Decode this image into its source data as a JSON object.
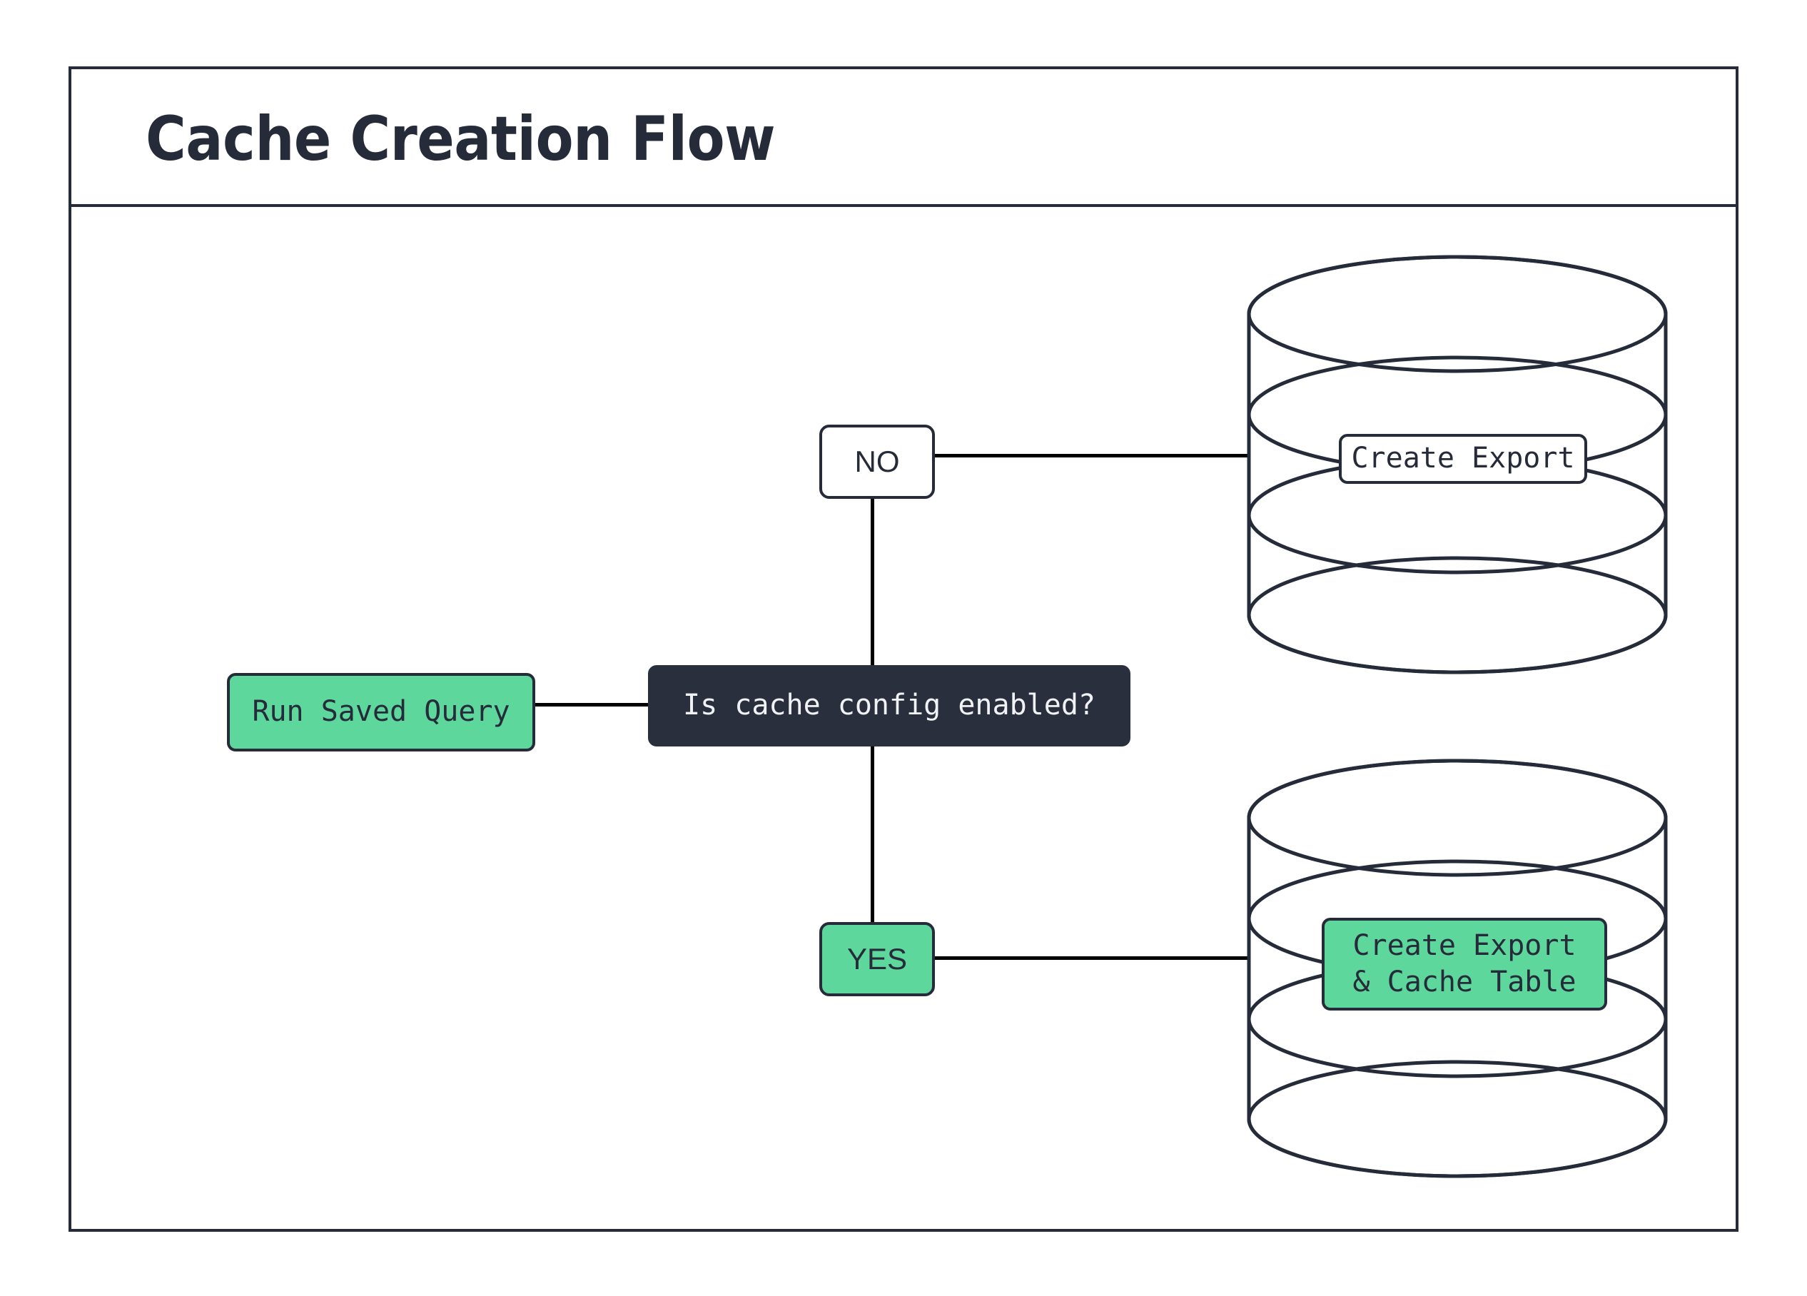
{
  "diagram": {
    "title": "Cache Creation Flow",
    "colors": {
      "ink": "#262b3a",
      "dark_node_fill": "#2a2f3e",
      "dark_node_text": "#f1f2f5",
      "green": "#5ed79c",
      "edge": "#000000",
      "background": "#ffffff"
    },
    "nodes": {
      "start": {
        "label": "Run Saved Query",
        "shape": "rounded-rect",
        "fill": "green"
      },
      "decision": {
        "label": "Is cache config enabled?",
        "shape": "rounded-rect",
        "fill": "dark"
      },
      "branch_no": {
        "label": "NO",
        "shape": "rounded-rect",
        "fill": "white"
      },
      "branch_yes": {
        "label": "YES",
        "shape": "rounded-rect",
        "fill": "green"
      },
      "db_top": {
        "label": "Create Export",
        "shape": "cylinder",
        "fill": "white"
      },
      "db_bottom": {
        "label": "Create Export\n& Cache Table",
        "shape": "cylinder",
        "fill": "green"
      }
    },
    "edges": [
      {
        "from": "start",
        "to": "decision"
      },
      {
        "from": "decision",
        "to": "branch_no"
      },
      {
        "from": "branch_no",
        "to": "db_top"
      },
      {
        "from": "decision",
        "to": "branch_yes"
      },
      {
        "from": "branch_yes",
        "to": "db_bottom"
      }
    ]
  }
}
